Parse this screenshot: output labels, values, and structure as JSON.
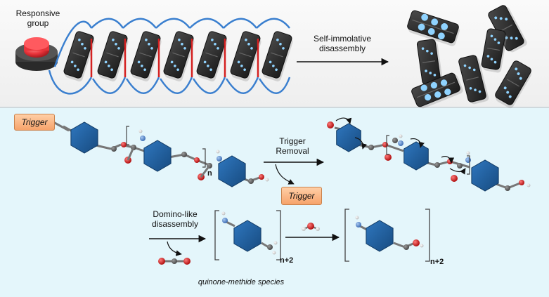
{
  "top": {
    "responsive_group_label": "Responsive\ngroup",
    "arrow_label": "Self-immolative\ndisassembly"
  },
  "bottom": {
    "trigger_box_1": "Trigger",
    "trigger_box_2": "Trigger",
    "trigger_removal_label": "Trigger\nRemoval",
    "subscript_n": "n",
    "domino_label": "Domino-like\ndisassembly",
    "subscript_n2_a": "n+2",
    "subscript_n2_b": "n+2",
    "species_caption": "quinone-methide species"
  },
  "colors": {
    "ring_blue": "#1f5f9e",
    "oxygen_red": "#d42020",
    "nitrogen_blue": "#5b8fd6",
    "domino_black": "#2b2b2b",
    "dot_blue": "#8fd3ff",
    "button_red": "#e8333a",
    "helix_blue": "#3a7fcf",
    "helix_red": "#d42020",
    "trigger_orange": "#f7a86f"
  }
}
